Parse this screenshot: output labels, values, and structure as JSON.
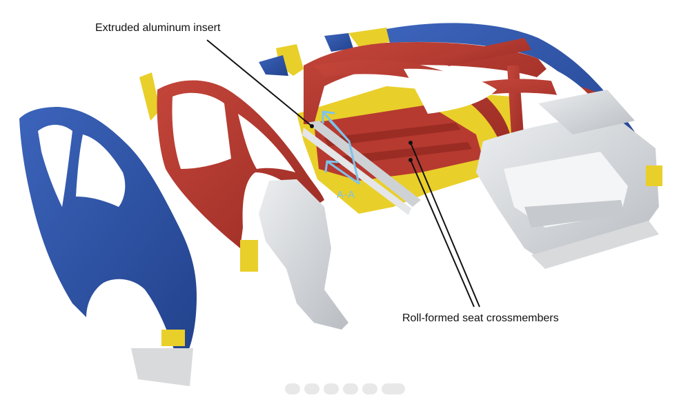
{
  "labels": {
    "extruded_insert": "Extruded aluminum insert",
    "seat_crossmembers": "Roll-formed seat crossmembers",
    "section": "A-A"
  },
  "colors": {
    "blue_panel": "#2f55a8",
    "red_frame": "#b63a30",
    "yellow_reinforcement": "#e9cf2a",
    "aluminum": "#d8dadc",
    "section_arrow": "#7ec3ea"
  }
}
